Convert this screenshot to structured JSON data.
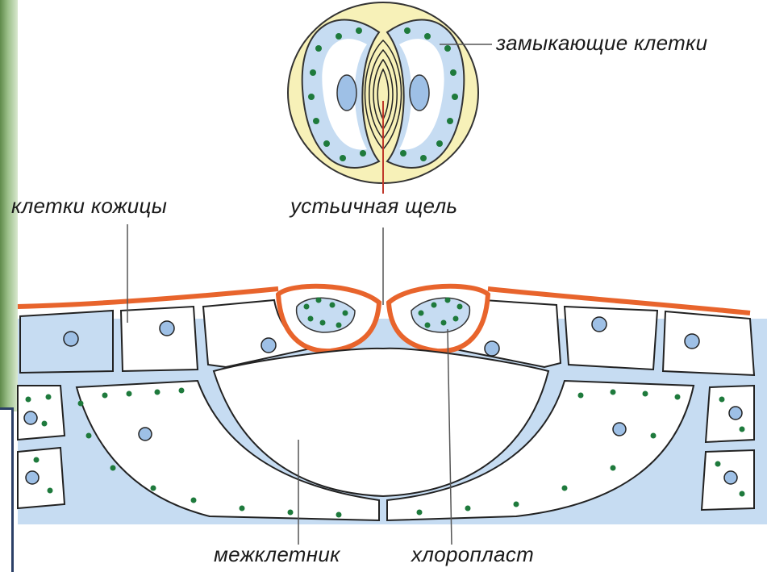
{
  "labels": {
    "guard_cells": "замыкающие клетки",
    "epidermis_cells": "клетки кожицы",
    "stomatal_pore": "устьичная щель",
    "intercellular_space": "межклетник",
    "chloroplast": "хлоропласт"
  },
  "colors": {
    "cytoplasm": "#c6dcf2",
    "cuticle": "#e8642c",
    "chloroplast": "#1e7a3c",
    "nucleus": "#9ec0e6",
    "outer_cell": "#f7f1b8",
    "leader_line": "#c0392b"
  }
}
